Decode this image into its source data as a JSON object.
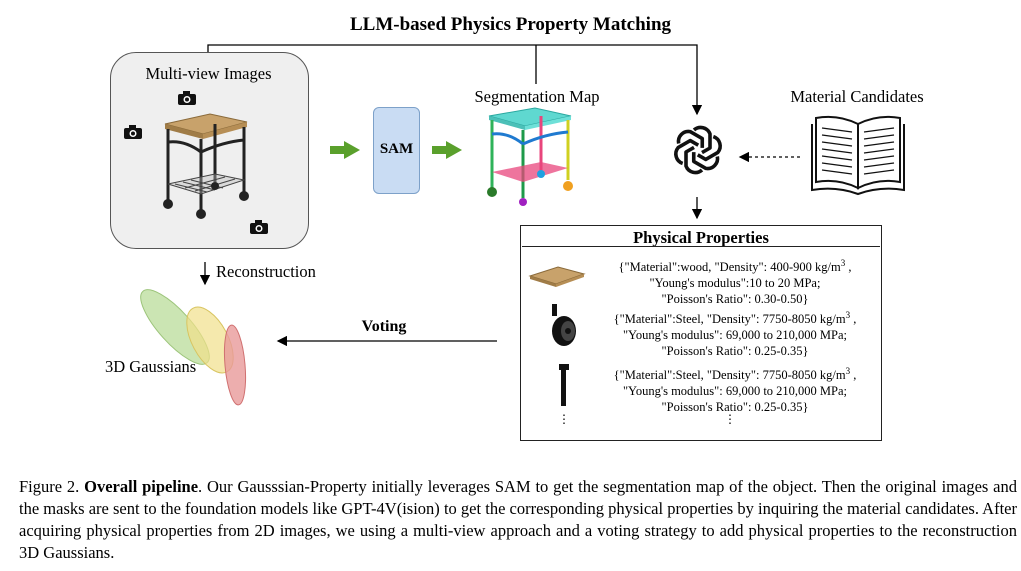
{
  "title": "LLM-based Physics Property Matching",
  "multiview": {
    "label": "Multi-view Images"
  },
  "sam": {
    "label": "SAM"
  },
  "segmentation": {
    "label": "Segmentation Map"
  },
  "material_candidates": {
    "label": "Material Candidates"
  },
  "reconstruction": {
    "label": "Reconstruction"
  },
  "gaussians": {
    "label": "3D Gaussians"
  },
  "voting": {
    "label": "Voting"
  },
  "physical_properties": {
    "heading": "Physical Properties",
    "entries": [
      {
        "line1": "{\"Material\":wood,  \"Density\": 400-900 kg/m",
        "sup": "3",
        "line1_end": " ,",
        "line2": "\"Young's modulus\":10 to 20 MPa;",
        "line3": "\"Poisson's Ratio\": 0.30-0.50}"
      },
      {
        "line1": "{\"Material\":Steel,  \"Density\": 7750-8050 kg/m",
        "sup": "3",
        "line1_end": " ,",
        "line2": "\"Young's modulus\": 69,000 to 210,000 MPa;",
        "line3": "\"Poisson's Ratio\": 0.25-0.35}"
      },
      {
        "line1": "{\"Material\":Steel,  \"Density\": 7750-8050 kg/m",
        "sup": "3",
        "line1_end": " ,",
        "line2": "\"Young's modulus\": 69,000 to 210,000 MPa;",
        "line3": "\"Poisson's Ratio\": 0.25-0.35}"
      }
    ],
    "ellipsis": "⋮"
  },
  "caption": {
    "prefix": "Figure 2. ",
    "bold": "Overall pipeline",
    "text": ". Our Gausssian-Property initially leverages SAM to get the segmentation map of the object. Then the original images and the masks are sent to the foundation models like GPT-4V(ision) to get the corresponding physical properties by inquiring the material candidates.  After acquiring physical properties from 2D images, we using a multi-view approach and a voting strategy to add physical properties to the reconstruction 3D Gaussians."
  },
  "colors": {
    "green_arrow": "#5aa02c",
    "sam_fill": "#c9dcf3",
    "wood": "#c8a26b",
    "seg_cyan": "#5fd8d0",
    "seg_magenta": "#e8457c",
    "gauss_green": "#b9dc9a",
    "gauss_yellow": "#f1e08a",
    "gauss_red": "#e89a9a"
  },
  "icons": [
    "camera-icon",
    "openai-logo-icon",
    "book-icon",
    "table-icon",
    "wheel-icon",
    "leg-icon"
  ]
}
